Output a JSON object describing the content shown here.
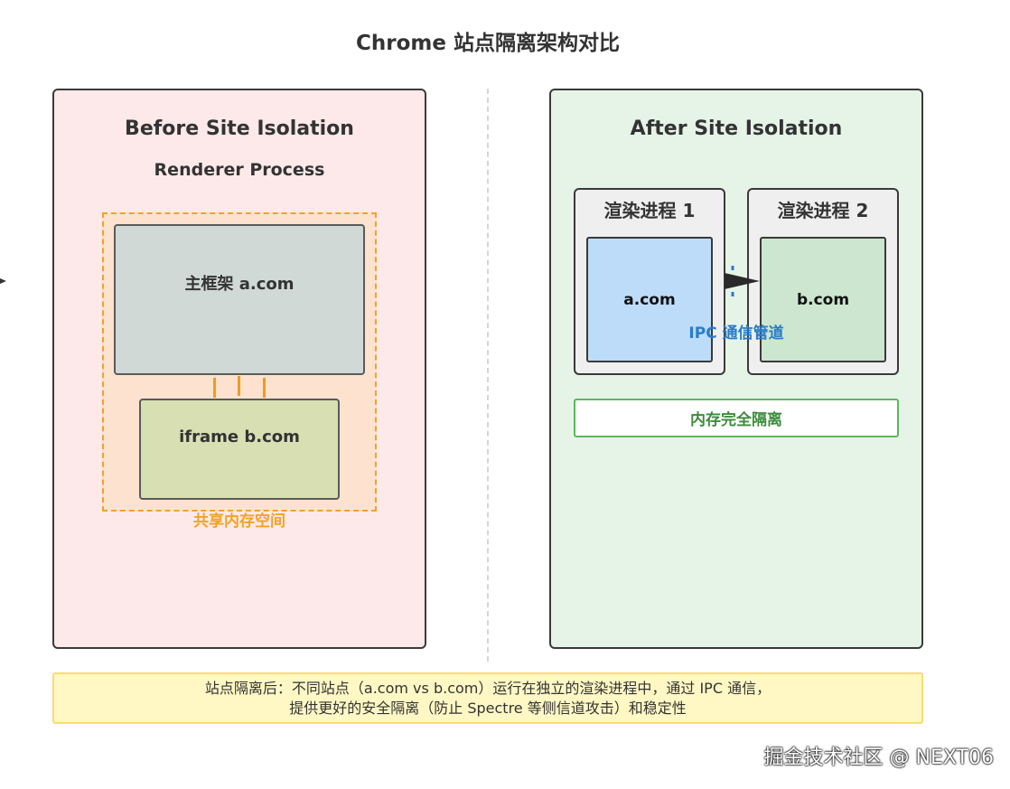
{
  "title": "Chrome 站点隔离架构对比",
  "before": {
    "heading": "Before Site Isolation",
    "subheading": "Renderer Process",
    "main_frame": "主框架 a.com",
    "iframe": "iframe b.com",
    "shared_memory": "共享内存空间"
  },
  "after": {
    "heading": "After Site Isolation",
    "process1": {
      "label": "渲染进程 1",
      "site": "a.com"
    },
    "process2": {
      "label": "渲染进程 2",
      "site": "b.com"
    },
    "ipc": "IPC 通信管道",
    "memory": "内存完全隔离"
  },
  "note": {
    "line1": "站点隔离后：不同站点（a.com vs b.com）运行在独立的渲染进程中，通过 IPC 通信，",
    "line2": "提供更好的安全隔离（防止 Spectre 等侧信道攻击）和稳定性"
  },
  "watermark": "掘金技术社区 @ NEXT06",
  "colors": {
    "before_bg": "#fde9ea",
    "after_bg": "#e6f4e8",
    "shared_border": "#f2a227",
    "ipc": "#2a7cc7",
    "memory_isolation": "#5cb85c",
    "note_bg": "#fff8c4"
  }
}
